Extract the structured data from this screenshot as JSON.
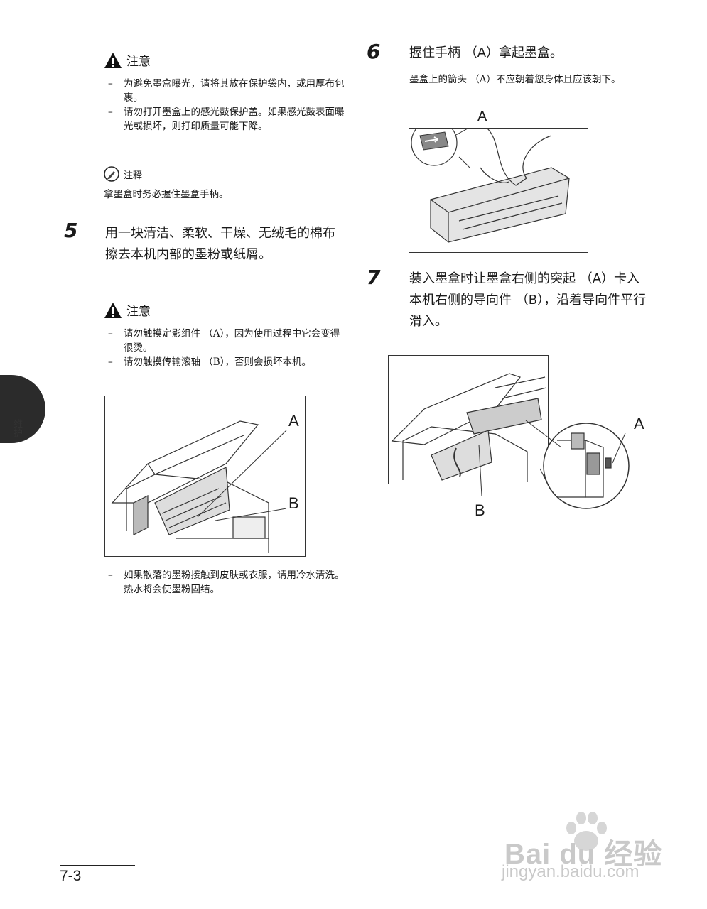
{
  "left": {
    "caution1": {
      "title": "注意",
      "items": [
        "为避免墨盒曝光，请将其放在保护袋内，或用厚布包裹。",
        "请勿打开墨盒上的感光鼓保护盖。如果感光鼓表面曝光或损坏，则打印质量可能下降。"
      ]
    },
    "note": {
      "title": "注释",
      "text": "拿墨盒时务必握住墨盒手柄。"
    },
    "step5": {
      "number": "5",
      "text": "用一块清洁、柔软、干燥、无绒毛的棉布擦去本机内部的墨粉或纸屑。"
    },
    "caution2": {
      "title": "注意",
      "items": [
        "请勿触摸定影组件 （A），因为使用过程中它会变得很烫。",
        "请勿触摸传输滚轴 （B），否则会损坏本机。"
      ]
    },
    "figure5": {
      "label_a": "A",
      "label_b": "B"
    },
    "after_items": [
      "如果散落的墨粉接触到皮肤或衣服，请用冷水清洗。热水将会使墨粉固结。"
    ]
  },
  "right": {
    "step6": {
      "number": "6",
      "text": "握住手柄 （A）拿起墨盒。",
      "sub": "墨盒上的箭头 （A）不应朝着您身体且应该朝下。"
    },
    "figure6": {
      "label_a": "A"
    },
    "step7": {
      "number": "7",
      "text": "装入墨盒时让墨盒右侧的突起 （A）卡入本机右侧的导向件 （B），沿着导向件平行滑入。"
    },
    "figure7": {
      "label_a": "A",
      "label_b": "B"
    }
  },
  "side_tab": {
    "label": "维护"
  },
  "footer": {
    "page": "7-3"
  },
  "watermark": {
    "brand": "Bai du 经验",
    "url": "jingyan.baidu.com"
  },
  "colors": {
    "text": "#1a1a1a",
    "tab": "#2b2b2b",
    "watermark": "#c9c9c9"
  }
}
